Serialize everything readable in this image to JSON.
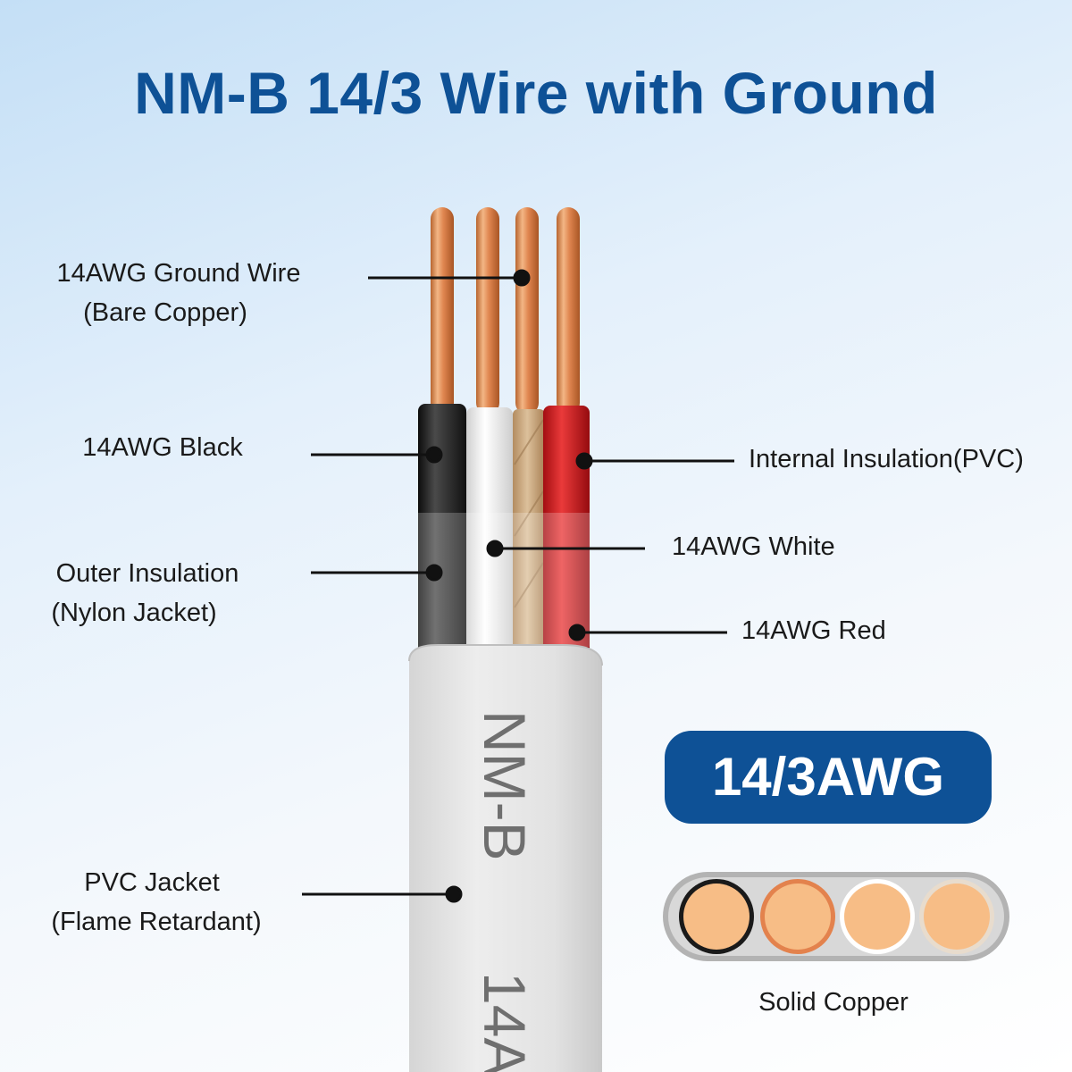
{
  "title": "NM-B 14/3 Wire with Ground",
  "labels": {
    "ground": [
      "14AWG Ground Wire",
      "(Bare Copper)"
    ],
    "black": [
      "14AWG Black"
    ],
    "outer": [
      "Outer Insulation",
      "(Nylon Jacket)"
    ],
    "pvc_jacket": [
      "PVC Jacket",
      "(Flame Retardant)"
    ],
    "internal": [
      "Internal Insulation(PVC)"
    ],
    "white": [
      "14AWG White"
    ],
    "red": [
      "14AWG Red"
    ]
  },
  "jacket_print": [
    "NM-B",
    "14A"
  ],
  "badge": "14/3AWG",
  "cross_section": {
    "caption": "Solid Copper",
    "conductor_count": 4
  },
  "colors": {
    "title_blue": "#0e5196",
    "copper": "#e58a52",
    "black_wire": "#1b1b1b",
    "white_wire": "#f1f1f1",
    "paper_wrap": "#caa57b",
    "red_wire": "#c8181b",
    "jacket": "#e3e3e3"
  }
}
